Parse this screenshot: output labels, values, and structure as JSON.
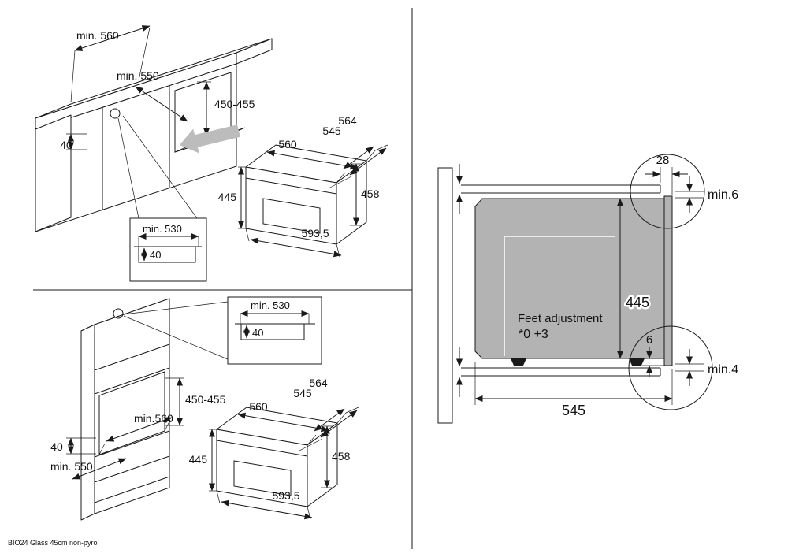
{
  "colors": {
    "line": "#1a1a1a",
    "body_gray": "#b3b3b3",
    "arrow_gray": "#bcbcbc",
    "window_gray": "#dcdcdc"
  },
  "footer": {
    "label": "BIO24 Glass 45cm non-pyro"
  },
  "top_left": {
    "dims": {
      "min560": "min. 560",
      "min550": "min. 550",
      "height": "450-455",
      "gap40": "40"
    },
    "inset": {
      "min530": "min. 530",
      "gap40": "40"
    },
    "oven": {
      "d564": "564",
      "d545": "545",
      "w560": "560",
      "h445": "445",
      "h458": "458",
      "w5935": "593,5"
    }
  },
  "bottom_left": {
    "dims": {
      "height": "450-455",
      "min560": "min.560",
      "gap40": "40",
      "min550": "min. 550"
    },
    "inset": {
      "min530": "min. 530",
      "gap40": "40"
    },
    "oven": {
      "d564": "564",
      "d545": "545",
      "w560": "560",
      "h445": "445",
      "h458": "458",
      "w5935": "593,5"
    }
  },
  "right": {
    "dims": {
      "d28": "28",
      "min6": "min.6",
      "h445": "445",
      "d6": "6",
      "min4": "min.4",
      "d545": "545"
    },
    "feet": {
      "line1": "Feet adjustment",
      "line2": "*0 +3"
    }
  }
}
